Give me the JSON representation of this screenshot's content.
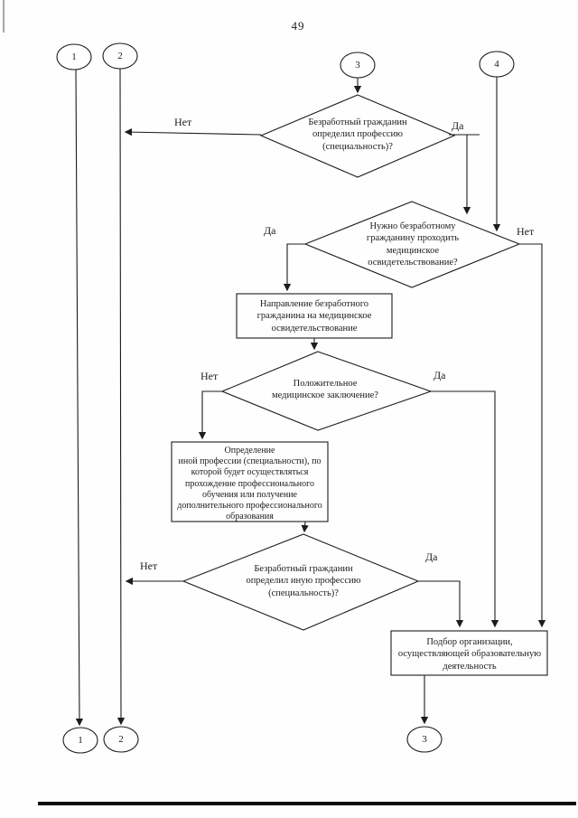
{
  "page": {
    "number": "49"
  },
  "connectors": {
    "top": [
      {
        "label": "1"
      },
      {
        "label": "2"
      },
      {
        "label": "3"
      },
      {
        "label": "4"
      }
    ],
    "bottom": [
      {
        "label": "1"
      },
      {
        "label": "2"
      },
      {
        "label": "3"
      }
    ]
  },
  "nodes": {
    "d1": {
      "type": "decision",
      "text": "Безработный гражданин\nопределил профессию\n(специальность)?"
    },
    "d2": {
      "type": "decision",
      "text": "Нужно безработному\nгражданину проходить\nмедицинское\nосвидетельствование?"
    },
    "p1": {
      "type": "process",
      "text": "Направление безработного\nгражданина на медицинское\nосвидетельствование"
    },
    "d3": {
      "type": "decision",
      "text": "Положительное\nмедицинское заключение?"
    },
    "p2": {
      "type": "process",
      "text": "Определение\nиной профессии (специальности), по\nкоторой будет осуществляться\nпрохождение профессионального\nобучения или получение\nдополнительного профессионального\nобразования"
    },
    "d4": {
      "type": "decision",
      "text": "Безработный гражданин\nопределил иную профессию\n(специальность)?"
    },
    "p3": {
      "type": "process",
      "text": "Подбор организации,\nосуществляющей образовательную\nдеятельность"
    }
  },
  "edge_labels": {
    "d1_no": "Нет",
    "d1_yes": "Да",
    "d2_yes": "Да",
    "d2_no": "Нет",
    "d3_no": "Нет",
    "d3_yes": "Да",
    "d4_no": "Нет",
    "d4_yes": "Да"
  },
  "colors": {
    "ink": "#1c1c1c",
    "paper": "#fefefe"
  }
}
